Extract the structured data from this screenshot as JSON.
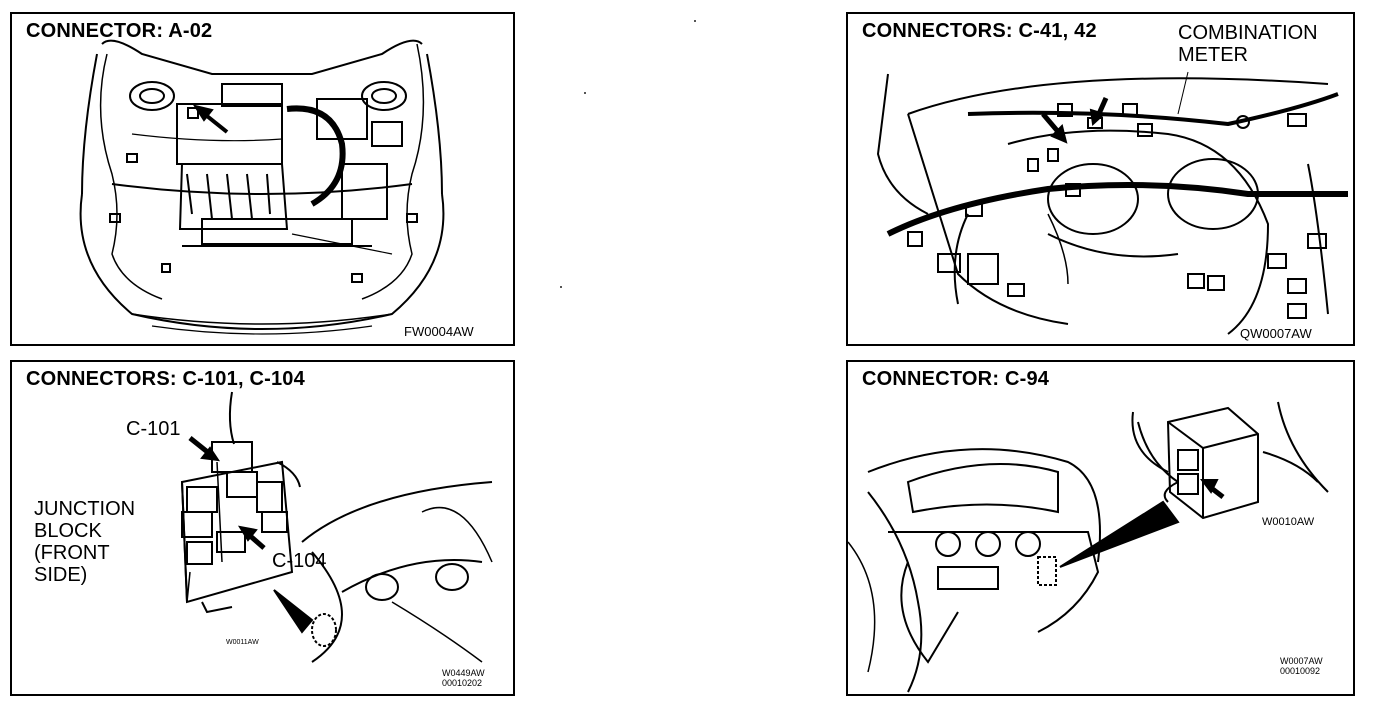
{
  "panels": {
    "a02": {
      "title": "CONNECTOR: A-02",
      "code": "FW0004AW"
    },
    "c41": {
      "title": "CONNECTORS: C-41, 42",
      "callout_line1": "COMBINATION",
      "callout_line2": "METER",
      "code": "QW0007AW"
    },
    "c101": {
      "title": "CONNECTORS: C-101, C-104",
      "label_c101": "C-101",
      "label_c104": "C-104",
      "jb_line1": "JUNCTION",
      "jb_line2": "BLOCK",
      "jb_line3": "(FRONT",
      "jb_line4": "SIDE)",
      "inner_code": "W0011AW",
      "code1": "W0449AW",
      "code2": "00010202"
    },
    "c94": {
      "title": "CONNECTOR: C-94",
      "inner_code": "W0010AW",
      "code1": "W0007AW",
      "code2": "00010092"
    }
  }
}
